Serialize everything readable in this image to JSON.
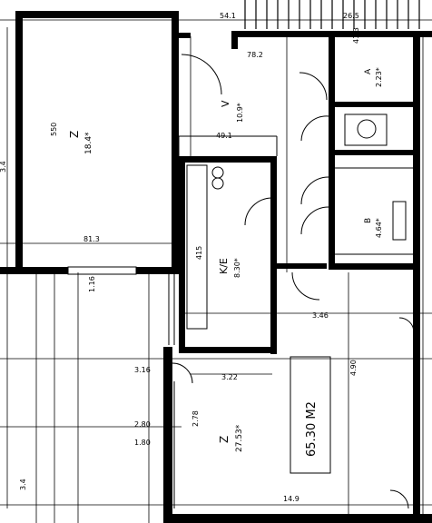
{
  "plan": {
    "total_area": "65.30 M2",
    "rooms": [
      {
        "id": "room-left",
        "letter": "Z",
        "area": "18.4*"
      },
      {
        "id": "room-hall",
        "letter": "V",
        "area": "10.9*"
      },
      {
        "id": "room-kitchen",
        "letter": "K/E",
        "area": "8.30*"
      },
      {
        "id": "room-wc",
        "letter": "A",
        "area": "2.23*"
      },
      {
        "id": "room-bath",
        "letter": "B",
        "area": "4.64*"
      },
      {
        "id": "room-living",
        "letter": "Z",
        "area": "27.53*"
      }
    ],
    "dimensions": [
      {
        "id": "dim-top-1",
        "text": "54.1"
      },
      {
        "id": "dim-top-2",
        "text": "26.5"
      },
      {
        "id": "dim-top-3",
        "text": "78.2"
      },
      {
        "id": "dim-left-v",
        "text": "550"
      },
      {
        "id": "dim-mid-1",
        "text": "81.3"
      },
      {
        "id": "dim-mid-2",
        "text": "49.1"
      },
      {
        "id": "dim-mid-3",
        "text": "41.3"
      },
      {
        "id": "dim-kit-v",
        "text": "415"
      },
      {
        "id": "dim-kit-h",
        "text": "1.16"
      },
      {
        "id": "dim-right-h",
        "text": "3.46"
      },
      {
        "id": "dim-right-v",
        "text": "4.90"
      },
      {
        "id": "dim-liv-1",
        "text": "3.22"
      },
      {
        "id": "dim-liv-2",
        "text": "2.78"
      },
      {
        "id": "dim-bot-1",
        "text": "14.9"
      },
      {
        "id": "dim-low-1",
        "text": "2.80"
      },
      {
        "id": "dim-low-2",
        "text": "1.80"
      },
      {
        "id": "dim-left-low",
        "text": "3.4"
      },
      {
        "id": "dim-side-1",
        "text": "3.4"
      },
      {
        "id": "dim-mid-low",
        "text": "3.16"
      }
    ]
  }
}
